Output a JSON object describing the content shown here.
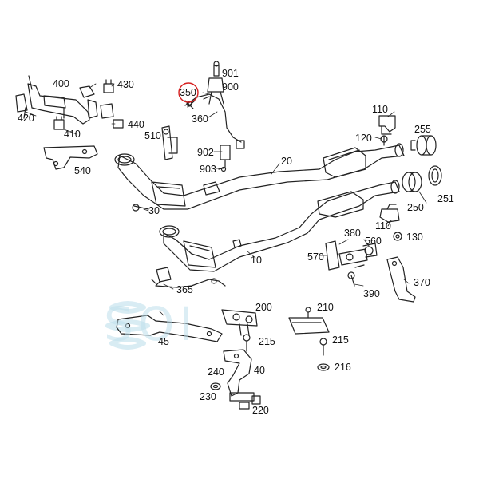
{
  "diagram": {
    "callouts": [
      "400",
      "430",
      "420",
      "410",
      "440",
      "510",
      "540",
      "901",
      "900",
      "350",
      "360",
      "902",
      "903",
      "20",
      "110",
      "120",
      "255",
      "251",
      "250",
      "110",
      "130",
      "380",
      "560",
      "570",
      "390",
      "370",
      "30",
      "10",
      "365",
      "200",
      "210",
      "215",
      "215",
      "216",
      "45",
      "40",
      "240",
      "230",
      "220"
    ],
    "highlighted_callout": "350",
    "highlight_color": "#d62020",
    "line_color": "#222222",
    "watermark_text": "SOI",
    "watermark_color": "#bfe0ec"
  }
}
